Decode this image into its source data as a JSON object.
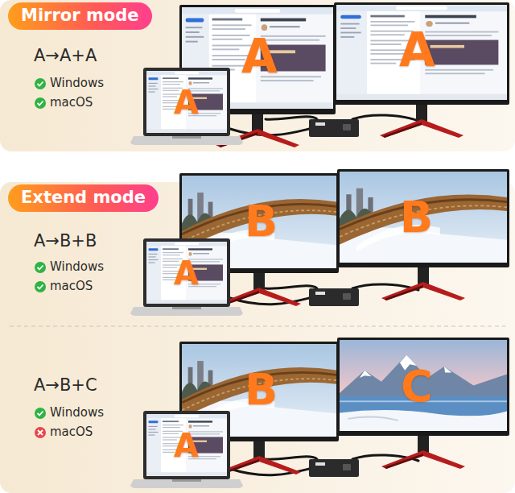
{
  "diagram": {
    "nodes": [
      {
        "text": [
          "Mirror mode"
        ]
      },
      {
        "text": [
          "Extend mode"
        ]
      }
    ],
    "labels": [
      "A→A+A",
      "Windows",
      "macOS",
      "A",
      "A",
      "A",
      "A→B+B",
      "Windows",
      "macOS",
      "B",
      "B",
      "A",
      "A→B+C",
      "Windows",
      "macOS",
      "B",
      "C",
      "A"
    ]
  }
}
